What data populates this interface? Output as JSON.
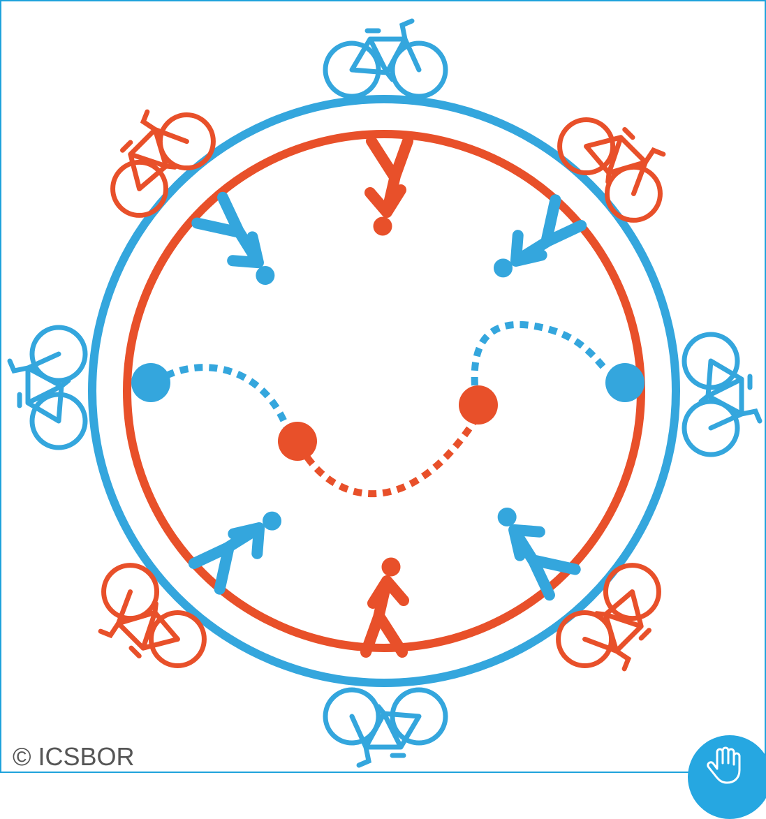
{
  "colors": {
    "blue": "#34a6dd",
    "orange": "#e8502a",
    "frame": "#1fa3dc"
  },
  "copyright": "© ICSBOR",
  "diagram": {
    "outer_ring": "blue",
    "inner_ring": "orange",
    "bicycles": [
      {
        "color": "blue",
        "position": "top"
      },
      {
        "color": "orange",
        "position": "top-right"
      },
      {
        "color": "blue",
        "position": "right"
      },
      {
        "color": "orange",
        "position": "bottom-right"
      },
      {
        "color": "blue",
        "position": "bottom"
      },
      {
        "color": "orange",
        "position": "bottom-left"
      },
      {
        "color": "blue",
        "position": "left"
      },
      {
        "color": "orange",
        "position": "top-left"
      }
    ],
    "walkers": [
      {
        "color": "orange",
        "position": "top"
      },
      {
        "color": "blue",
        "position": "top-right"
      },
      {
        "color": "blue",
        "position": "bottom-right"
      },
      {
        "color": "orange",
        "position": "bottom"
      },
      {
        "color": "blue",
        "position": "bottom-left"
      },
      {
        "color": "blue",
        "position": "top-left"
      }
    ],
    "dots": [
      {
        "color": "blue",
        "position": "left"
      },
      {
        "color": "orange",
        "position": "center-left"
      },
      {
        "color": "orange",
        "position": "center-right"
      },
      {
        "color": "blue",
        "position": "right"
      }
    ]
  },
  "help_button": {
    "icon": "hand-icon"
  }
}
